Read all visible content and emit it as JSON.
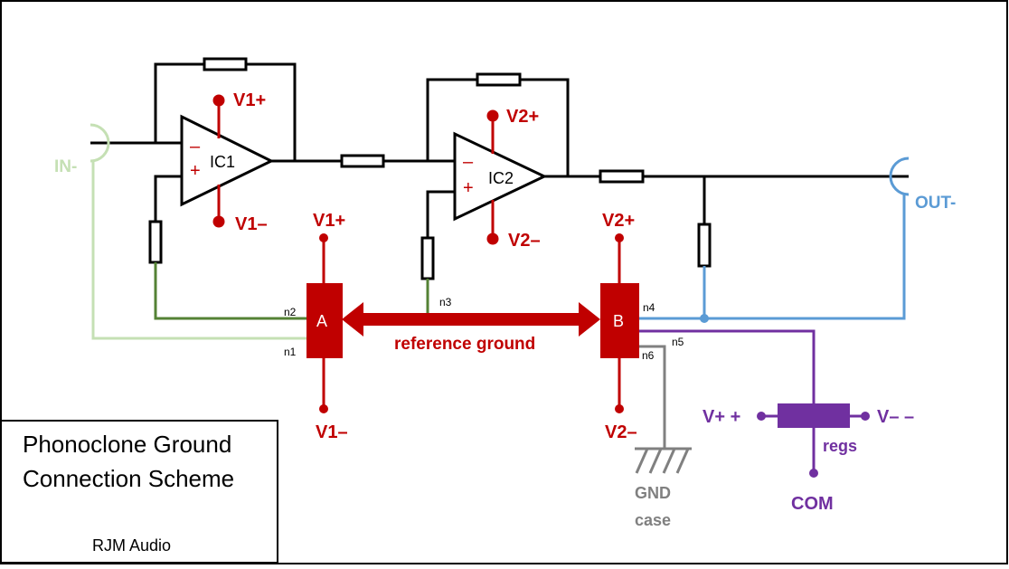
{
  "colors": {
    "wire": "#000000",
    "supply": "#c00000",
    "input_wire": "#c5e0b4",
    "ground_wire": "#548235",
    "output_wire": "#5b9bd5",
    "chassis": "#808080",
    "regulator": "#7030a0"
  },
  "opamps": {
    "ic1": {
      "label": "IC1",
      "minus": "–",
      "plus": "+",
      "supply_pos": "V1+",
      "supply_neg": "V1–"
    },
    "ic2": {
      "label": "IC2",
      "minus": "–",
      "plus": "+",
      "supply_pos": "V2+",
      "supply_neg": "V2–"
    }
  },
  "connectors": {
    "input": "IN-",
    "output": "OUT-"
  },
  "star_points": {
    "a": {
      "label": "A",
      "supply_pos": "V1+",
      "supply_neg": "V1–"
    },
    "b": {
      "label": "B",
      "supply_pos": "V2+",
      "supply_neg": "V2–"
    },
    "link_label": "reference ground"
  },
  "nodes": {
    "n1": "n1",
    "n2": "n2",
    "n3": "n3",
    "n4": "n4",
    "n5": "n5",
    "n6": "n6"
  },
  "chassis": {
    "line1": "GND",
    "line2": "case"
  },
  "regulators": {
    "label": "regs",
    "pos": "V+ +",
    "neg": "V– –",
    "common": "COM"
  },
  "title_block": {
    "line1": "Phonoclone Ground",
    "line2": "Connection Scheme",
    "author": "RJM Audio"
  }
}
